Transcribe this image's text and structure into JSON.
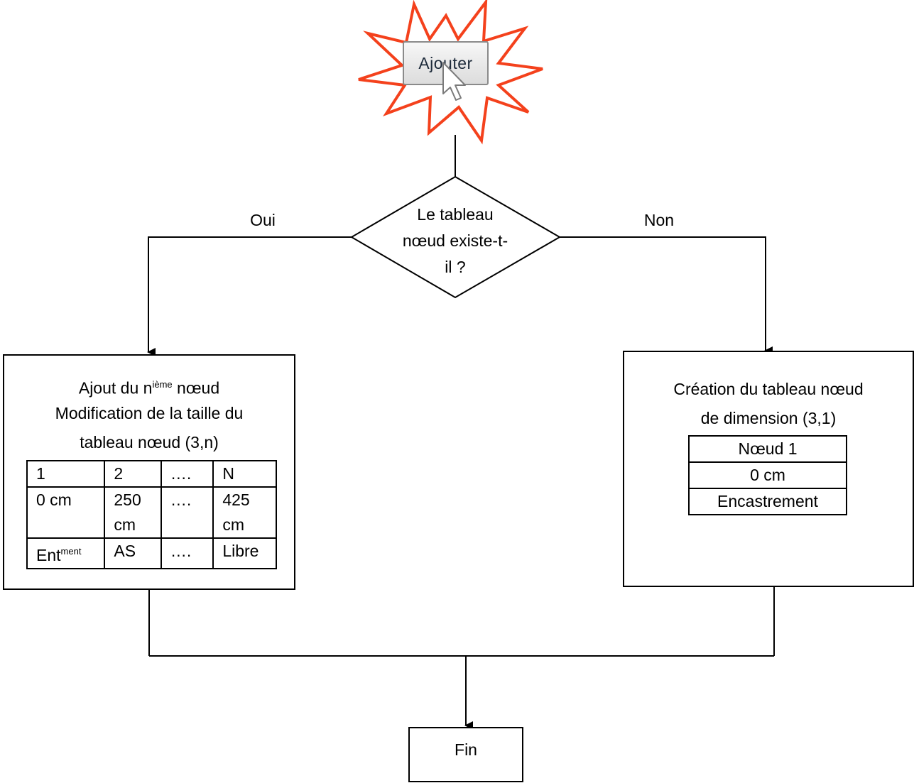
{
  "start_button": {
    "label": "Ajouter"
  },
  "decision": {
    "lines": [
      "Le tableau",
      "nœud existe-t-",
      "il ?"
    ]
  },
  "branches": {
    "yes_label": "Oui",
    "no_label": "Non"
  },
  "left_box": {
    "line1_prefix": "Ajout du n",
    "line1_sup": "ième",
    "line1_suffix": " nœud",
    "line2": "Modification de la taille du",
    "line3": "tableau nœud (3,n)",
    "table": {
      "row1": [
        "1",
        "2",
        "….",
        "N"
      ],
      "row2": [
        [
          "0 cm"
        ],
        [
          "250",
          "cm"
        ],
        [
          "…."
        ],
        [
          "425",
          "cm"
        ]
      ],
      "row3": {
        "c1_main": "Ent",
        "c1_sup": "ment",
        "c2": "AS",
        "c3": "….",
        "c4": "Libre"
      }
    }
  },
  "right_box": {
    "line1": "Création du tableau nœud",
    "line2": "de dimension (3,1)",
    "table": [
      "Nœud 1",
      "0 cm",
      "Encastrement"
    ]
  },
  "end": {
    "label": "Fin"
  },
  "colors": {
    "burst_stroke": "#f4411c",
    "burst_fill": "#ffffff",
    "line": "#000000"
  }
}
